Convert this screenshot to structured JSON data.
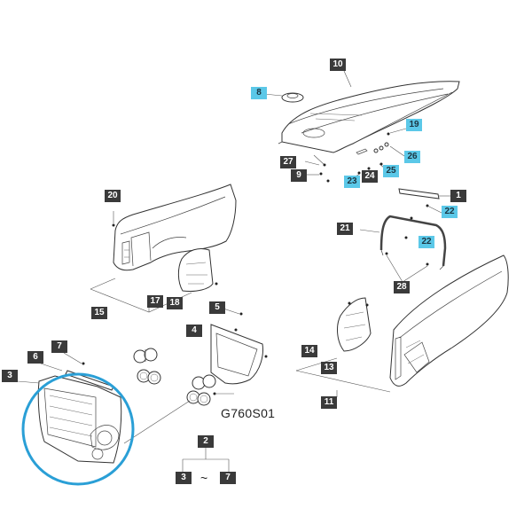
{
  "diagram_code": "G760S01",
  "range_sign": "~",
  "accent_color": "#5bc8e8",
  "label_color": "#3a3a3a",
  "circle_color": "#2a9fd6",
  "callouts": [
    {
      "id": "c10",
      "text": "10",
      "style": "dark"
    },
    {
      "id": "c8",
      "text": "8",
      "style": "cyan"
    },
    {
      "id": "c19",
      "text": "19",
      "style": "cyan"
    },
    {
      "id": "c26",
      "text": "26",
      "style": "cyan"
    },
    {
      "id": "c27",
      "text": "27",
      "style": "dark"
    },
    {
      "id": "c25",
      "text": "25",
      "style": "cyan"
    },
    {
      "id": "c9",
      "text": "9",
      "style": "dark"
    },
    {
      "id": "c24",
      "text": "24",
      "style": "dark"
    },
    {
      "id": "c23",
      "text": "23",
      "style": "cyan"
    },
    {
      "id": "c1",
      "text": "1",
      "style": "dark"
    },
    {
      "id": "c22a",
      "text": "22",
      "style": "cyan"
    },
    {
      "id": "c20",
      "text": "20",
      "style": "dark"
    },
    {
      "id": "c21",
      "text": "21",
      "style": "dark"
    },
    {
      "id": "c22b",
      "text": "22",
      "style": "cyan"
    },
    {
      "id": "c28",
      "text": "28",
      "style": "dark"
    },
    {
      "id": "c17",
      "text": "17",
      "style": "dark"
    },
    {
      "id": "c18",
      "text": "18",
      "style": "dark"
    },
    {
      "id": "c15",
      "text": "15",
      "style": "dark"
    },
    {
      "id": "c5",
      "text": "5",
      "style": "dark"
    },
    {
      "id": "c4",
      "text": "4",
      "style": "dark"
    },
    {
      "id": "c14",
      "text": "14",
      "style": "dark"
    },
    {
      "id": "c13",
      "text": "13",
      "style": "dark"
    },
    {
      "id": "c11",
      "text": "11",
      "style": "dark"
    },
    {
      "id": "c7",
      "text": "7",
      "style": "dark"
    },
    {
      "id": "c6",
      "text": "6",
      "style": "dark"
    },
    {
      "id": "c3",
      "text": "3",
      "style": "dark"
    },
    {
      "id": "c2",
      "text": "2",
      "style": "dark"
    },
    {
      "id": "c3b",
      "text": "3",
      "style": "dark"
    },
    {
      "id": "c7b",
      "text": "7",
      "style": "dark"
    }
  ]
}
